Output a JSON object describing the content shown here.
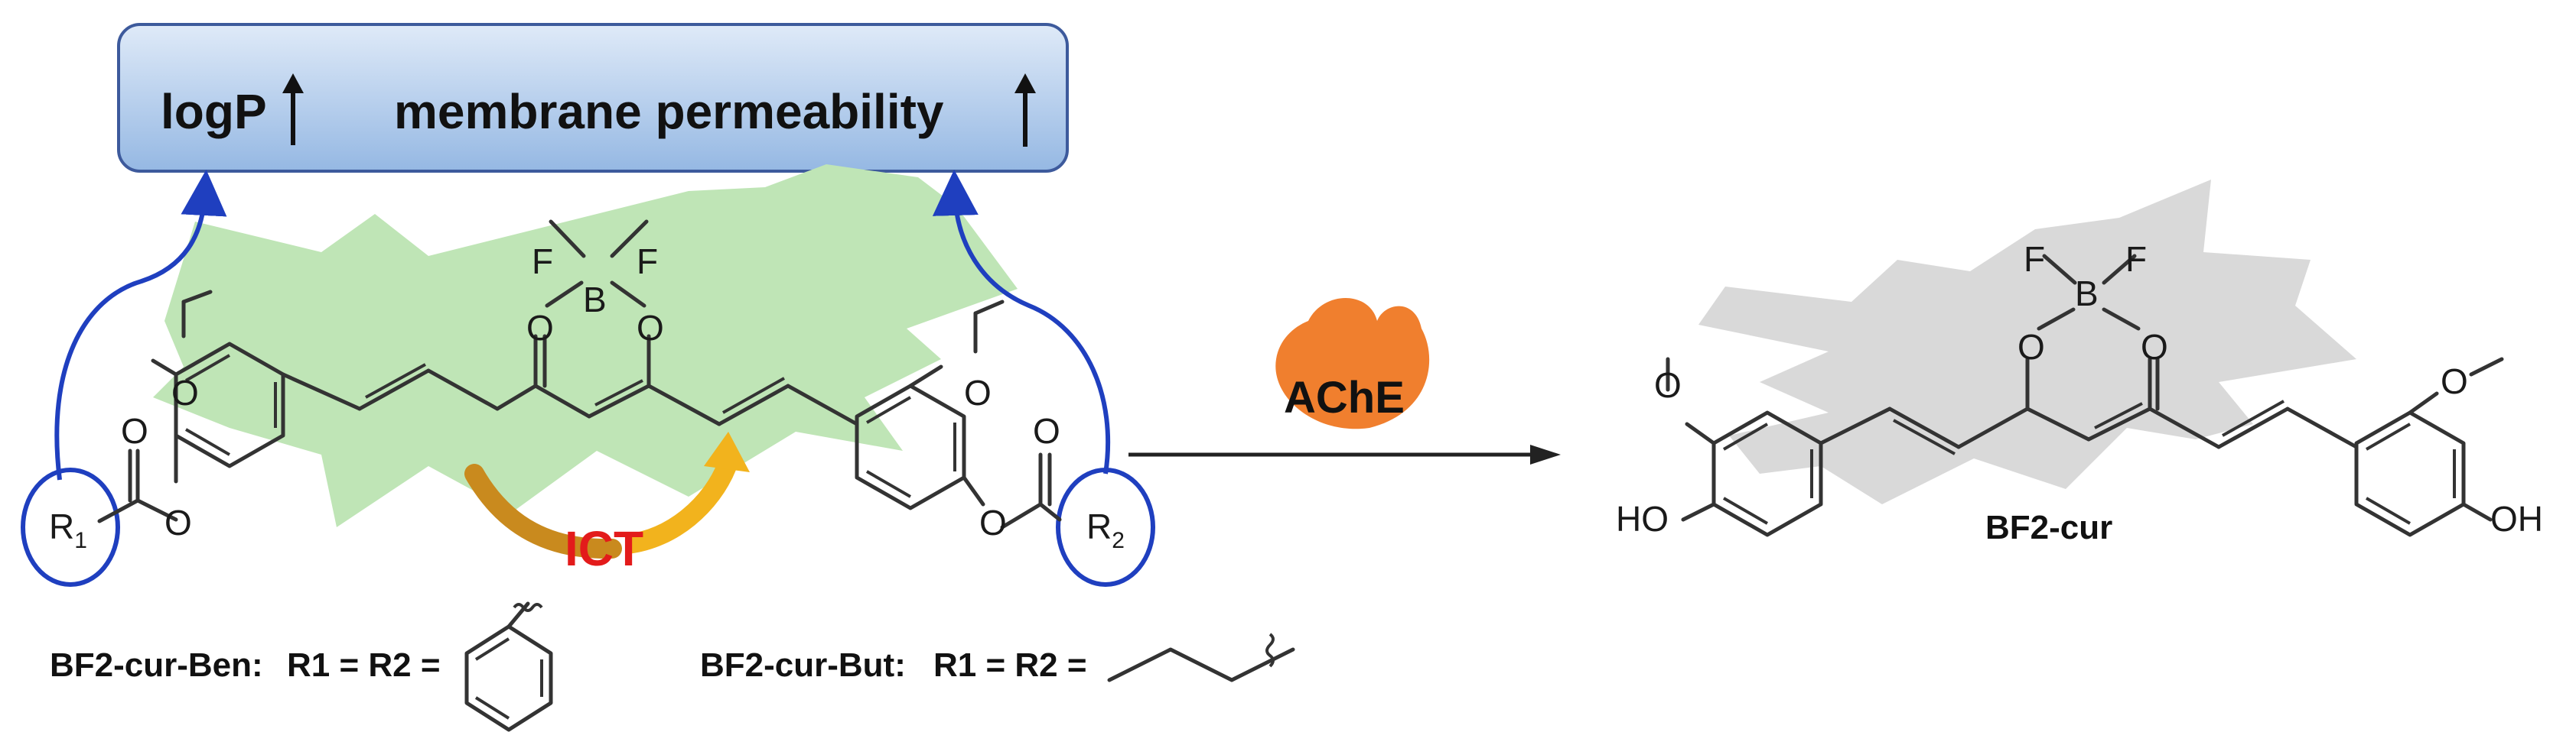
{
  "banner": {
    "logp": "logP",
    "permeability": "membrane permeability"
  },
  "labels": {
    "ict": "ICT",
    "enzyme": "AChE",
    "product": "BF2-cur"
  },
  "atoms": {
    "F": "F",
    "B": "B",
    "O": "O",
    "R1": "R",
    "R1_sub": "1",
    "R2": "R",
    "R2_sub": "2",
    "HO": "HO",
    "OH": "OH"
  },
  "legend": {
    "ben_name": "BF2-cur-Ben:",
    "ben_formula": "R1 = R2 =",
    "but_name": "BF2-cur-But:",
    "but_formula": "R1 = R2 ="
  },
  "colors": {
    "banner_fill_top": "#d6e6f7",
    "banner_fill_bottom": "#9dbfe6",
    "banner_border": "#3d5a9c",
    "green_burst": "#bfe5b6",
    "gray_burst": "#d9d9d9",
    "blue_arrow": "#1f3fbf",
    "ict_text": "#e31b1b",
    "ict_arrow_left": "#c98a1e",
    "ict_arrow_right": "#f2b31d",
    "enzyme": "#f07f2e"
  }
}
